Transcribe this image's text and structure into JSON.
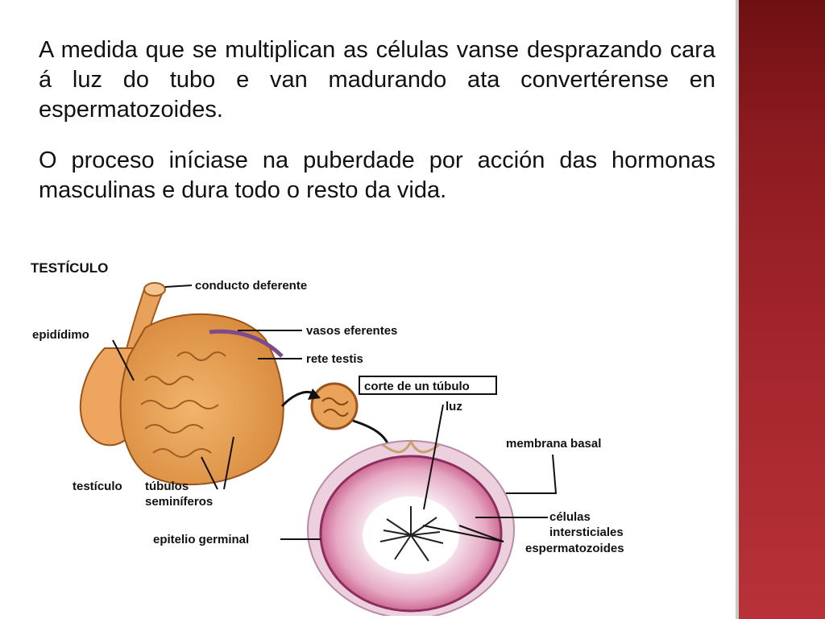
{
  "paragraphs": [
    "A medida que se multiplican as células vanse desprazando cara á luz do tubo e van madurando ata convertérense en espermatozoides.",
    "O proceso iníciase na puberdade por acción das hormonas masculinas e dura todo o resto da vida."
  ],
  "diagram": {
    "title": "TESTÍCULO",
    "labels": {
      "conducto_deferente": "conducto deferente",
      "epididimo": "epidídimo",
      "vasos_eferentes": "vasos eferentes",
      "rete_testis": "rete testis",
      "corte": "corte de un túbulo",
      "luz": "luz",
      "membrana_basal": "membrana basal",
      "testiculo": "testículo",
      "tubulos": "túbulos",
      "seminiferos": "seminíferos",
      "celulas": "células",
      "intersticiales": "intersticiales",
      "espermatozoides": "espermatozoides",
      "epitelio_germinal": "epitelio germinal"
    }
  },
  "colors": {
    "sidebar_dark": "#6e1012",
    "sidebar_light": "#b83138",
    "testis_fill": "#e9a35a",
    "tubule_pink": "#c0457a"
  }
}
